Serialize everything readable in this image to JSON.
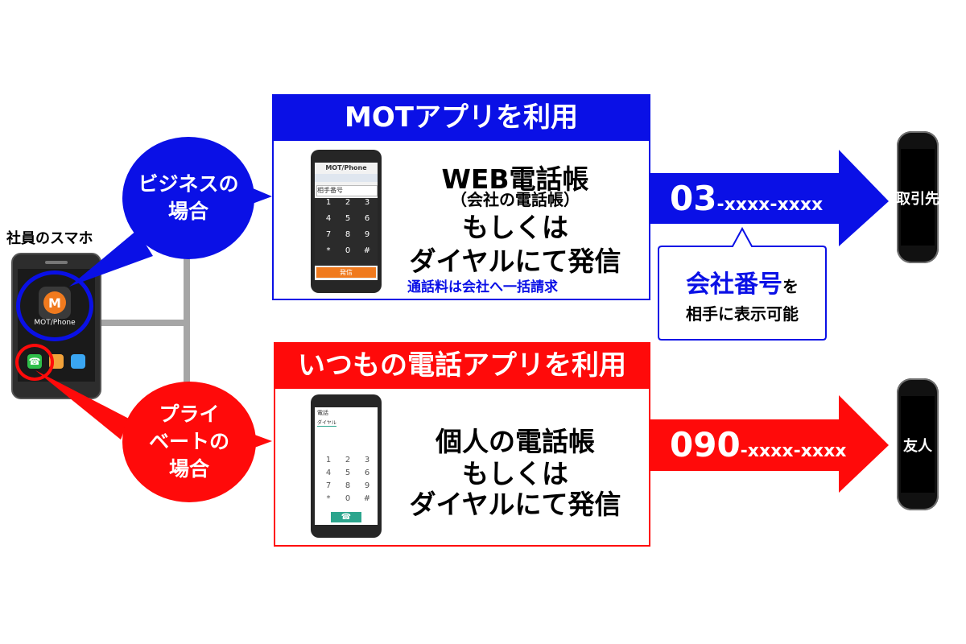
{
  "colors": {
    "blue": "#0a10e6",
    "red": "#ff0a0a",
    "gray": "#a6a6a6"
  },
  "employee_phone": {
    "label": "社員のスマホ",
    "app_label": "MOT/Phone"
  },
  "business": {
    "bubble_line1": "ビジネスの",
    "bubble_line2": "場合"
  },
  "private": {
    "bubble_line1": "プライ",
    "bubble_line2": "ベートの",
    "bubble_line3": "場合"
  },
  "mot_panel": {
    "header": "MOTアプリを利用",
    "line1": "WEB電話帳",
    "line2": "（会社の電話帳）",
    "line3": "もしくは",
    "line4": "ダイヤルにて発信",
    "note": "通話料は会社へ一括請求",
    "screen_brand": "MOT/Phone",
    "screen_input": "相手番号",
    "screen_call": "発信"
  },
  "normal_panel": {
    "header": "いつもの電話アプリを利用",
    "line1": "個人の電話帳",
    "line2": "もしくは",
    "line3": "ダイヤルにて発信",
    "screen_title": "電話",
    "screen_tab": "ダイヤル"
  },
  "arrow_business": {
    "prefix": "03",
    "suffix": "-xxxx-xxxx"
  },
  "arrow_private": {
    "prefix": "090",
    "suffix": "-xxxx-xxxx"
  },
  "callout": {
    "highlight": "会社番号",
    "particle": "を",
    "line2": "相手に表示可能"
  },
  "targets": {
    "business": "取引先",
    "private": "友人"
  },
  "keypad": [
    "1",
    "2",
    "3",
    "4",
    "5",
    "6",
    "7",
    "8",
    "9",
    "*",
    "0",
    "#"
  ]
}
